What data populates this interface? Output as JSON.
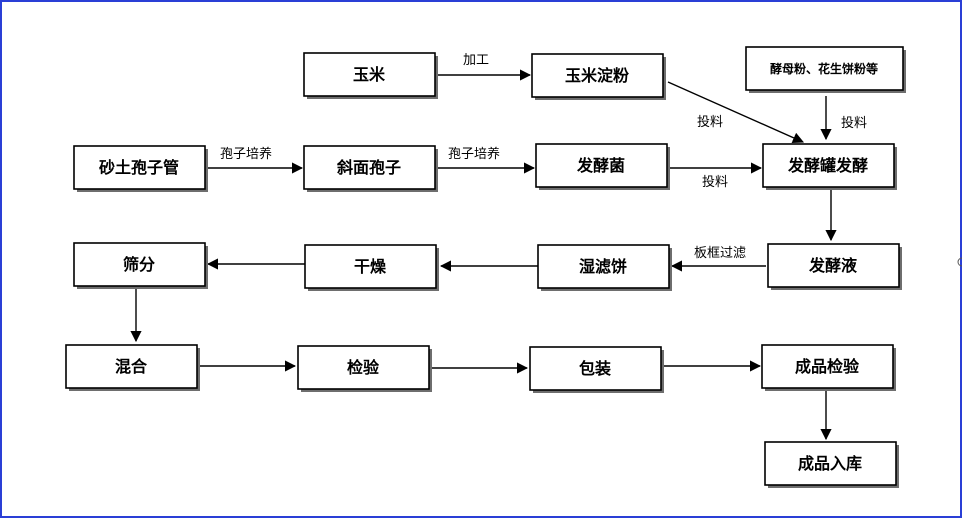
{
  "nodes": {
    "corn": "玉米",
    "corn_starch": "玉米淀粉",
    "yeast_powder": "酵母粉、花生饼粉等",
    "sand_spore_tube": "砂土孢子管",
    "slant_spore": "斜面孢子",
    "fermenting_bacteria": "发酵菌",
    "fermenter": "发酵罐发酵",
    "screening": "筛分",
    "drying": "干燥",
    "wet_cake": "湿滤饼",
    "broth": "发酵液",
    "mixing": "混合",
    "inspection": "检验",
    "packaging": "包装",
    "product_inspection": "成品检验",
    "warehousing": "成品入库"
  },
  "edges": {
    "processing": "加工",
    "feed_1": "投料",
    "feed_2": "投料",
    "feed_3": "投料",
    "culture_1": "孢子培养",
    "culture_2": "孢子培养",
    "plate_filter": "板框过滤"
  }
}
